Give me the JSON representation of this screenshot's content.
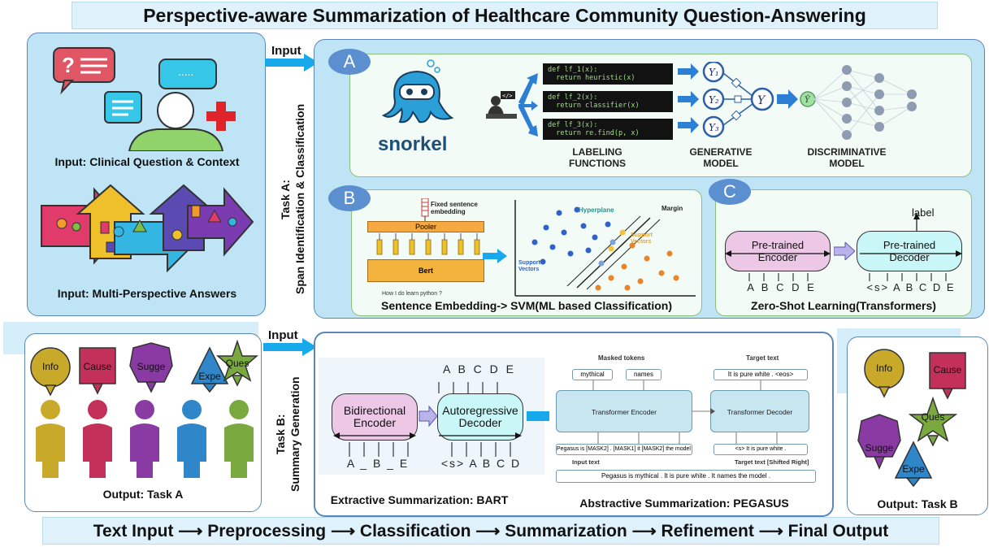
{
  "title": "Perspective-aware Summarization of Healthcare Community Question-Answering",
  "pipeline": "Text Input ⟶ Preprocessing ⟶ Classification ⟶ Summarization ⟶ Refinement ⟶ Final Output",
  "inputs": {
    "input_arrow_label": "Input",
    "clinical_caption": "Input: Clinical Question & Context",
    "answers_caption": "Input: Multi-Perspective Answers"
  },
  "task_a": {
    "side_label_line1": "Task A:",
    "side_label_line2": "Span Identification & Classification",
    "panel_a": {
      "letter": "A",
      "brand": "snorkel",
      "code_1": "def lf_1(x):\n  return heuristic(x)",
      "code_2": "def lf_2(x):\n  return classifier(x)",
      "code_3": "def lf_3(x):\n  return re.find(p, x)",
      "y1": "Y₁",
      "y2": "Y₂",
      "y3": "Y₃",
      "y": "Y",
      "yhat": "Ŷ",
      "labeling_functions": "LABELING\nFUNCTIONS",
      "generative_model": "GENERATIVE\nMODEL",
      "discriminative_model": "DISCRIMINATIVE\nMODEL"
    },
    "panel_b": {
      "letter": "B",
      "fixed_embedding": "Fixed sentence\nembedding",
      "pooler": "Pooler",
      "bert": "Bert",
      "query": "How I do learn python ?",
      "hyperplane": "Hyperplane",
      "margin": "Margin",
      "support_vectors_left": "Support\nVectors",
      "support_vectors_right": "Support\nVectors",
      "caption": "Sentence Embedding-> SVM(ML based Classification)"
    },
    "panel_c": {
      "letter": "C",
      "label": "label",
      "encoder": "Pre-trained\nEncoder",
      "decoder": "Pre-trained\nDecoder",
      "encoder_tokens": "A B C D E",
      "decoder_tokens": "<s> A B C D E",
      "caption": "Zero-Shot Learning(Transformers)"
    }
  },
  "task_b": {
    "input_arrow_label": "Input",
    "side_label_line1": "Task B:",
    "side_label_line2": "Summary Generation",
    "bart": {
      "encoder": "Bidirectional\nEncoder",
      "decoder": "Autoregressive\nDecoder",
      "encoder_tokens": "A _ B _ E",
      "decoder_tokens": "<s> A B C D",
      "output_tokens": "A B C D E",
      "caption": "Extractive Summarization: BART"
    },
    "pegasus": {
      "masked_tokens": "Masked tokens",
      "target_text": "Target text",
      "mythical": "mythical",
      "names": "names",
      "target_seq": "It  is  pure white . <eos>",
      "encoder": "Transformer Encoder",
      "decoder": "Transformer Decoder",
      "enc_input": "Pegasus is [MASK2] . [MASK1] it [MASK2] the model .",
      "dec_input": "<s>  It  is  pure  white .",
      "input_text": "Input text",
      "target_shifted": "Target text [Shifted Right]",
      "raw_text": "Pegasus  is  mythical . It is pure white . It  names  the model .",
      "caption": "Abstractive Summarization: PEGASUS"
    }
  },
  "output_a": {
    "caption": "Output: Task A",
    "bubbles": [
      "Info",
      "Cause",
      "Sugge",
      "Expe",
      "Ques"
    ]
  },
  "output_b": {
    "caption": "Output: Task B",
    "bubbles": [
      "Info",
      "Cause",
      "Sugge",
      "Ques",
      "Expe"
    ]
  },
  "colors": {
    "info": "#c9a92a",
    "cause": "#c3305a",
    "sugge": "#8a3aa3",
    "expe": "#2f86c9",
    "ques": "#79a93f",
    "panel_blue": "#bfe4f6",
    "arrow_blue": "#17a9ec"
  }
}
